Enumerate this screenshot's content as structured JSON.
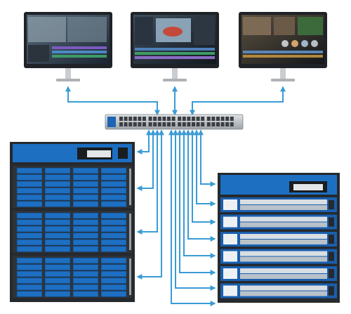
{
  "colors": {
    "link_blue": "#3a9bd5",
    "monitor_bezel": "#1f2226",
    "monitor_stand": "#c9ccd0",
    "switch_body": "#c4c8cc",
    "switch_port": "#3b3f44",
    "rack_frame": "#26292d",
    "drive_blue": "#1d6fc2",
    "node_blue": "#1a5fae",
    "node_face": "#eef1f4"
  },
  "monitors": [
    {
      "name": "monitor-left",
      "content": "video-grading-app"
    },
    {
      "name": "monitor-center",
      "content": "video-editing-app"
    },
    {
      "name": "monitor-right",
      "content": "color-correction-app"
    }
  ],
  "switch": {
    "icon": "network-switch-icon",
    "port_rows": 2
  },
  "storage_left": {
    "icon": "storage-rack-icon",
    "shelves": 3
  },
  "storage_right": {
    "icon": "server-node-stack-icon",
    "nodes": 6
  }
}
